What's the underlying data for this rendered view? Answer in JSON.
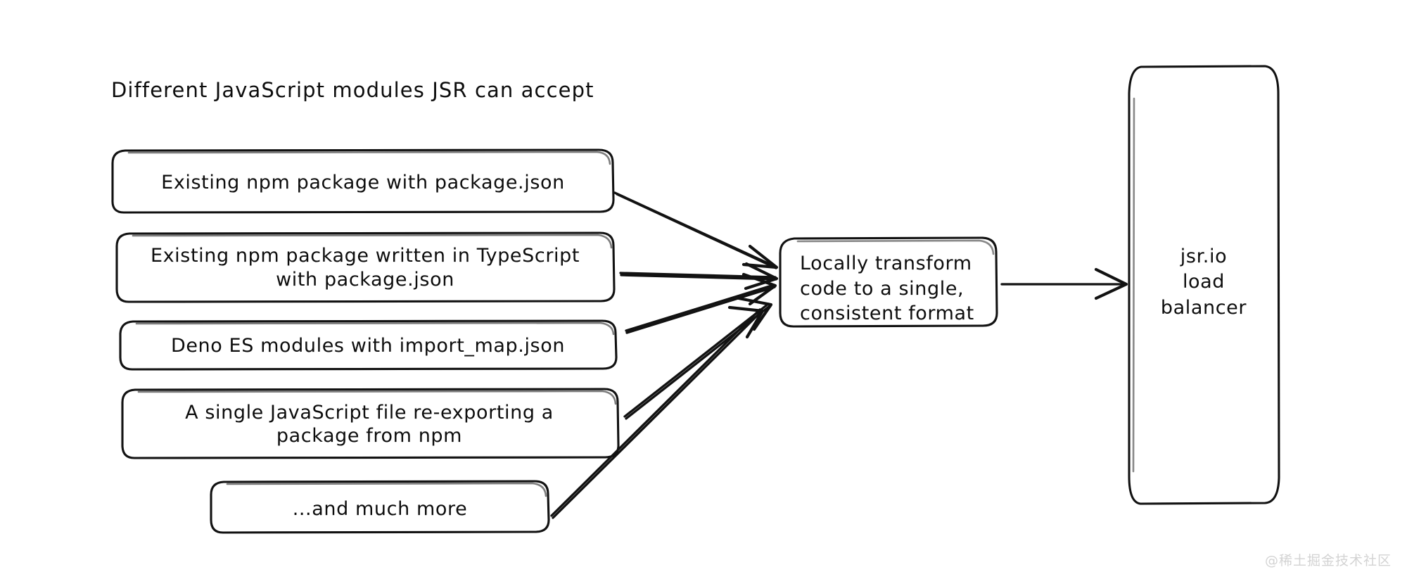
{
  "diagram": {
    "title": "Different JavaScript modules JSR can accept",
    "watermark": "@稀土掘金技术社区",
    "stroke_color": "#121212",
    "background_color": "#ffffff",
    "watermark_color": "#d3d3d3",
    "source_boxes": [
      {
        "id": "npm-package",
        "line1": "Existing npm package with package.json",
        "line2": ""
      },
      {
        "id": "npm-typescript",
        "line1": "Existing npm package written in TypeScript",
        "line2": "with package.json"
      },
      {
        "id": "deno-es-modules",
        "line1": "Deno ES modules with import_map.json",
        "line2": ""
      },
      {
        "id": "single-js-file",
        "line1": "A single JavaScript file re-exporting a",
        "line2": "package from npm"
      },
      {
        "id": "and-much-more",
        "line1": "...and much more",
        "line2": ""
      }
    ],
    "transform_box": {
      "id": "locally-transform",
      "line1": "Locally transform",
      "line2": "code to a single,",
      "line3": "consistent format"
    },
    "destination_box": {
      "id": "jsr-load-balancer",
      "line1": "jsr.io",
      "line2": "load",
      "line3": "balancer"
    }
  }
}
